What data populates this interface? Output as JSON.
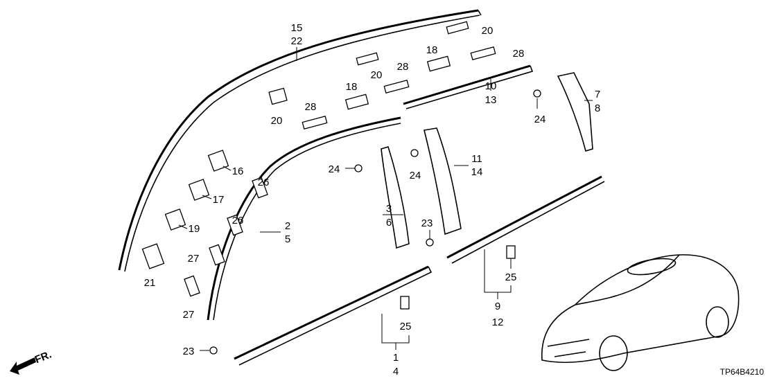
{
  "diagram_code": "TP64B4210",
  "front_indicator": "FR.",
  "labels": {
    "p15": "15",
    "p22": "22",
    "p20a": "20",
    "p18a": "18",
    "p28a": "28",
    "p20b": "20",
    "p28b": "28",
    "p18b": "18",
    "p10": "10",
    "p13": "13",
    "p7": "7",
    "p8": "8",
    "p24a": "24",
    "p20c": "20",
    "p28c": "28",
    "p26a": "26",
    "p16": "16",
    "p17": "17",
    "p19": "19",
    "p21": "21",
    "p26b": "26",
    "p27a": "27",
    "p27b": "27",
    "p24b": "24",
    "p24c": "24",
    "p11": "11",
    "p14": "14",
    "p3": "3",
    "p6": "6",
    "p23a": "23",
    "p2": "2",
    "p5": "5",
    "p25a": "25",
    "p9": "9",
    "p12": "12",
    "p25b": "25",
    "p1": "1",
    "p4": "4",
    "p23b": "23"
  }
}
